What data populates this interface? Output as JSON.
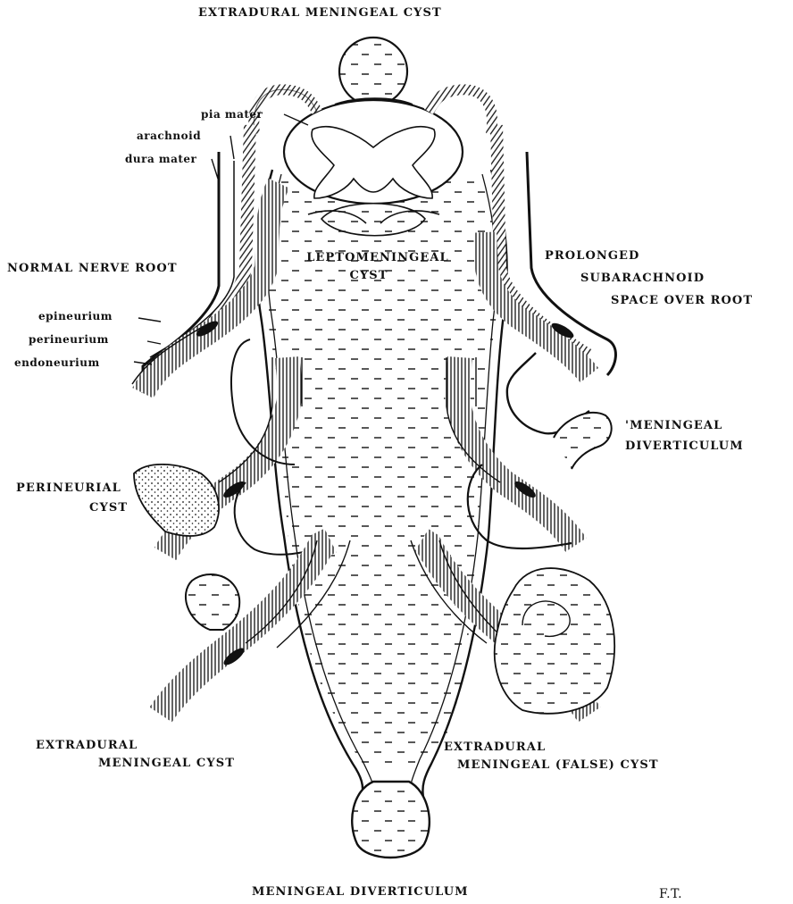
{
  "labels": {
    "top_title": "EXTRADURAL  MENINGEAL CYST",
    "pia_mater": "pia mater",
    "arachnoid": "arachnoid",
    "dura_mater": "dura mater",
    "normal_nerve_root": "NORMAL NERVE ROOT",
    "epineurium": "epineurium",
    "perineurium": "perineurium",
    "endoneurium": "endoneurium",
    "leptomeningeal_1": "LEPTOMENINGEAL",
    "leptomeningeal_2": "CYST",
    "prolonged_1": "PROLONGED",
    "prolonged_2": "SUBARACHNOID",
    "prolonged_3": "SPACE OVER ROOT",
    "meningeal_div_right_1": "'MENINGEAL",
    "meningeal_div_right_2": "DIVERTICULUM",
    "perineurial_1": "PERINEURIAL",
    "perineurial_2": "CYST",
    "extradural_left_1": "EXTRADURAL",
    "extradural_left_2": "MENINGEAL CYST",
    "extradural_right_1": "EXTRADURAL",
    "extradural_right_2": "MENINGEAL (FALSE) CYST",
    "bottom_title": "MENINGEAL  DIVERTICULUM",
    "signature": "F.T."
  },
  "colors": {
    "ink": "#111111",
    "paper": "#ffffff"
  }
}
